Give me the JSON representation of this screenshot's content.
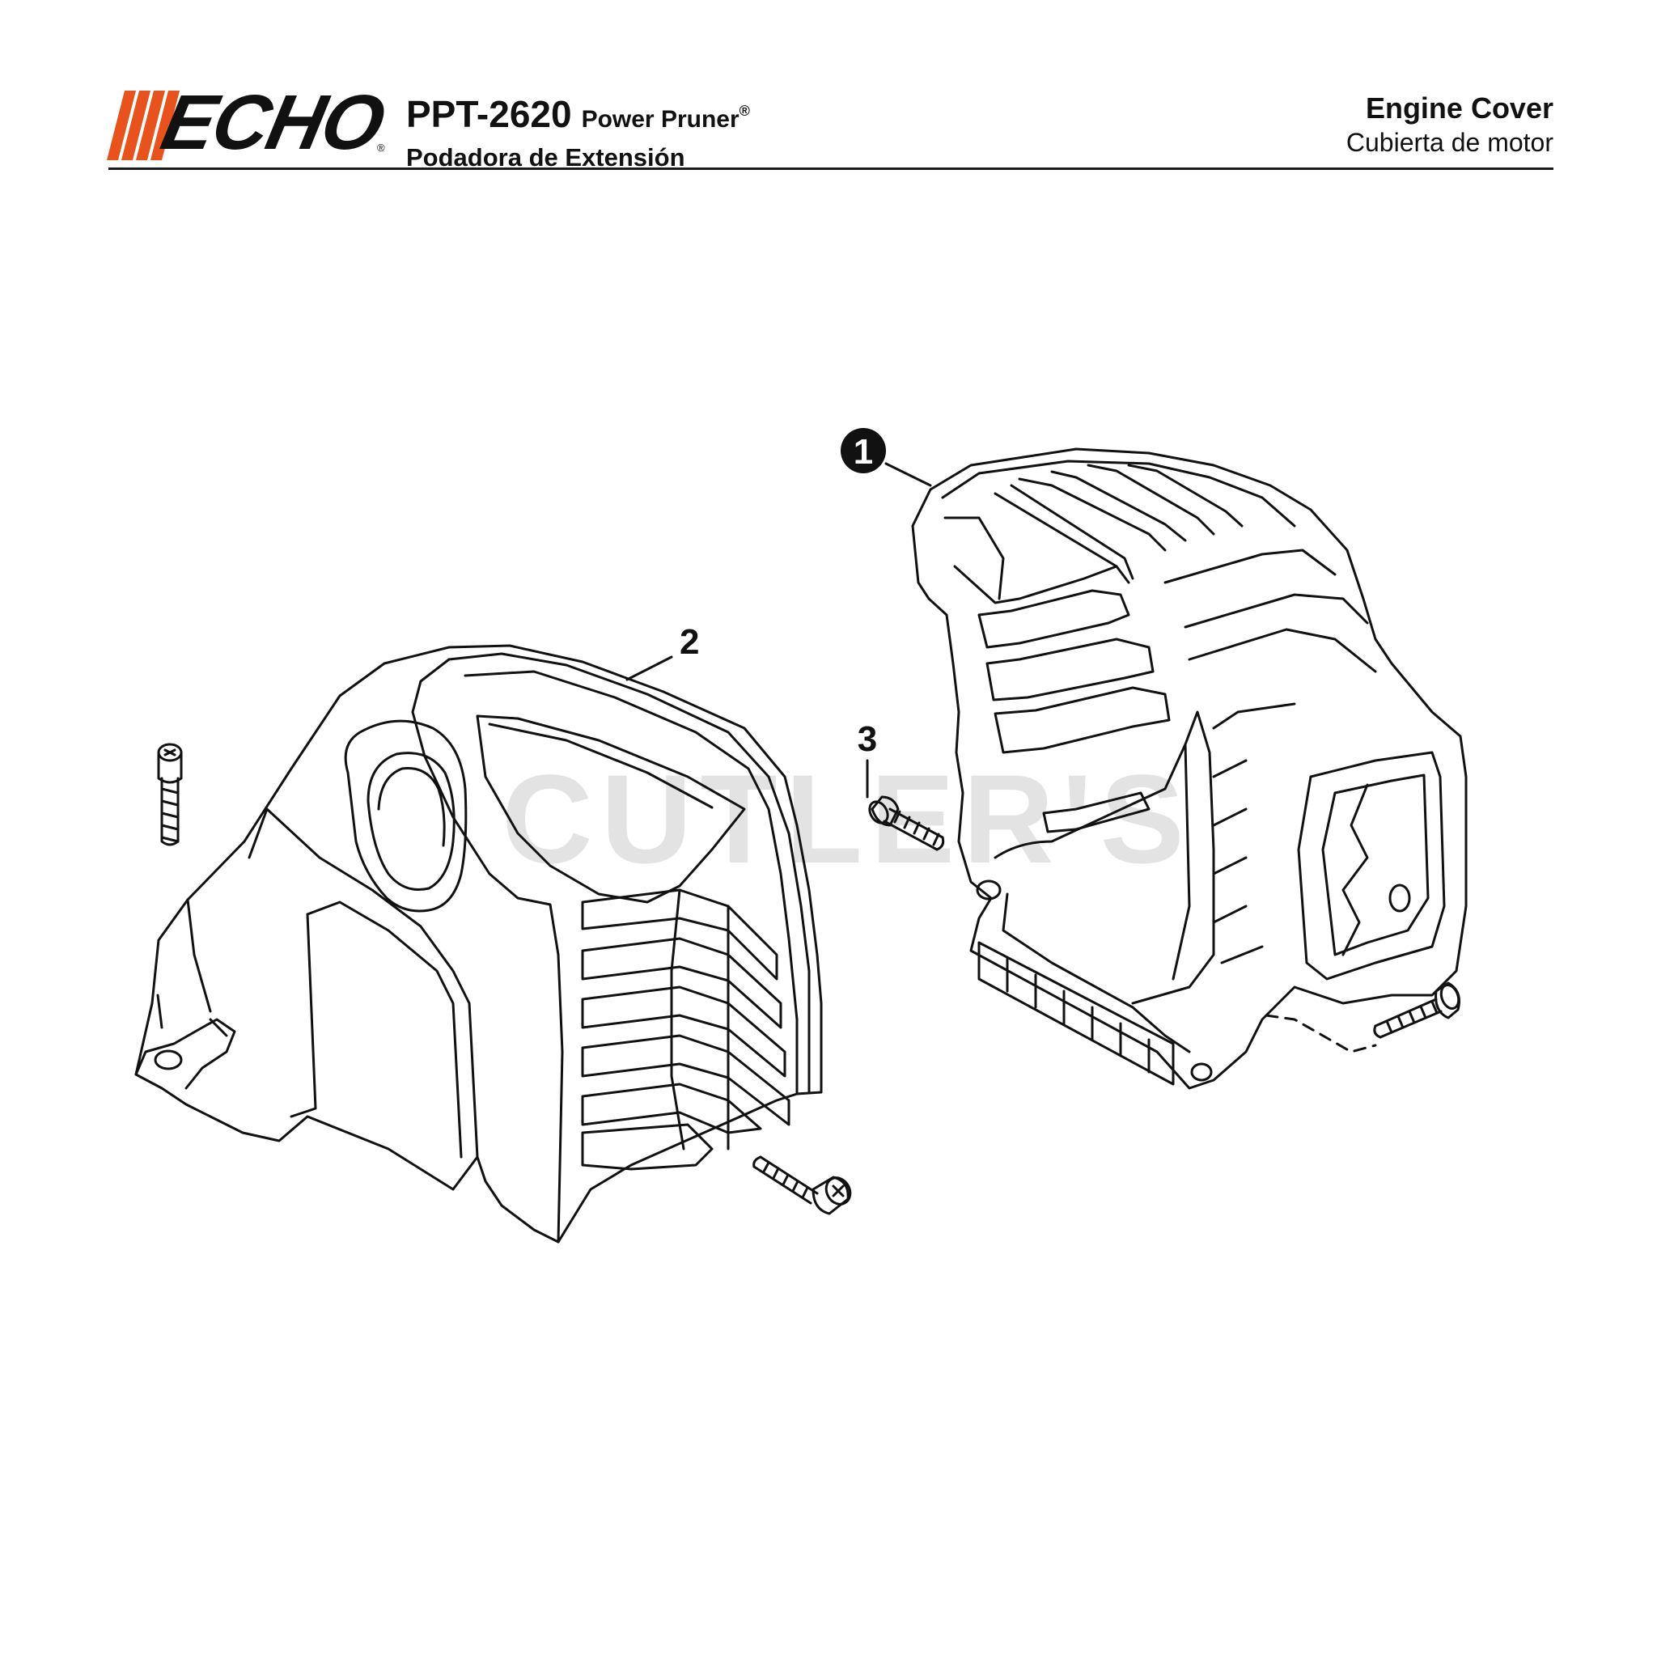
{
  "header": {
    "brand": "ECHO",
    "brand_reg": "®",
    "model_number": "PPT-2620",
    "product_name": "Power Pruner",
    "product_reg": "®",
    "product_name_es": "Podadora de Extensión",
    "section_title": "Engine Cover",
    "section_title_es": "Cubierta de motor"
  },
  "watermark": "CUTLER'S",
  "callouts": [
    {
      "label": "1",
      "style": "filled-circle"
    },
    {
      "label": "2",
      "style": "plain"
    },
    {
      "label": "3",
      "style": "plain"
    }
  ],
  "colors": {
    "brand_stripes": "#e8521c",
    "ink": "#111111",
    "watermark": "#e3e3e3"
  }
}
